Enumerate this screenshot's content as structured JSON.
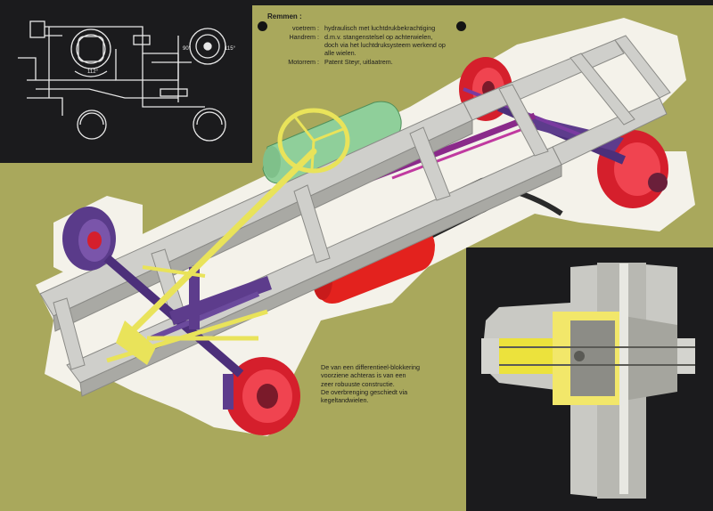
{
  "brakes": {
    "title": "Remmen :",
    "rows": [
      {
        "label": "voetrem :",
        "text": "hydraulisch met luchtdrukbekrachtiging"
      },
      {
        "label": "Handrem :",
        "text": "d.m.v. stangenstelsel op achterwielen, doch via het luchtdruksysteem werkend op alle wielen."
      },
      {
        "label": "Motorrem :",
        "text": "Patent Steyr, uitlaatrem."
      }
    ]
  },
  "diagram_labels": {
    "angle_1": "112°",
    "angle_2": "115°",
    "angle_3": "90°"
  },
  "caption": {
    "lines": [
      "De van een differentieel-blokkering",
      "voorziene achteras is van een",
      "zeer robuuste constructie.",
      "De overbrenging geschiedt via",
      "kegeltandwielen."
    ]
  },
  "colors": {
    "background": "#a9a85c",
    "panel_dark": "#1b1b1d",
    "frame_grey": "#cfcfcb",
    "wheel_red": "#e0222e",
    "axle_purple": "#5d3c8c",
    "steering_yellow": "#e9e35a",
    "tank_green": "#8fcf9a",
    "tank_red": "#e3221e"
  }
}
